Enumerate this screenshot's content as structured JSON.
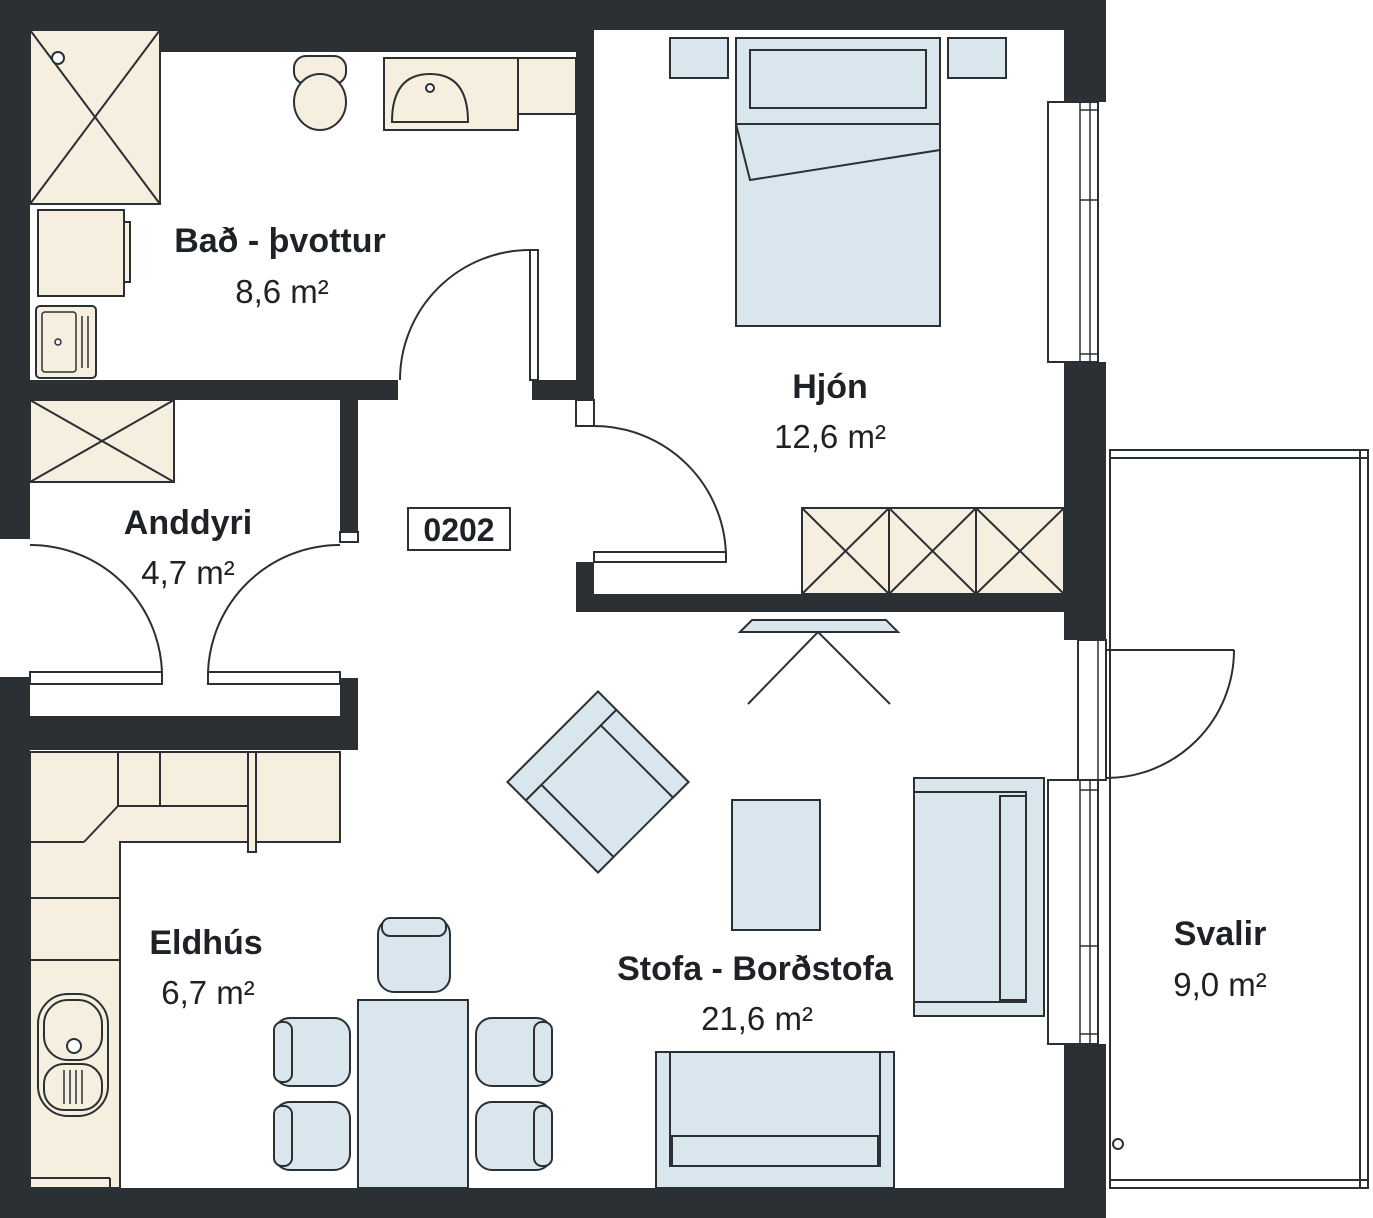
{
  "unit_number": "0202",
  "rooms": {
    "bath": {
      "name": "Bað - þvottur",
      "area": "8,6 m²"
    },
    "bedroom": {
      "name": "Hjón",
      "area": "12,6 m²"
    },
    "entry": {
      "name": "Anddyri",
      "area": "4,7 m²"
    },
    "kitchen": {
      "name": "Eldhús",
      "area": "6,7 m²"
    },
    "living": {
      "name": "Stofa - Borðstofa",
      "area": "21,6 m²"
    },
    "balcony": {
      "name": "Svalir",
      "area": "9,0 m²"
    }
  },
  "colors": {
    "wall": "#2b3035",
    "fixture": "#f6eedf",
    "furniture": "#d9e6ee",
    "floor": "#ffffff"
  }
}
